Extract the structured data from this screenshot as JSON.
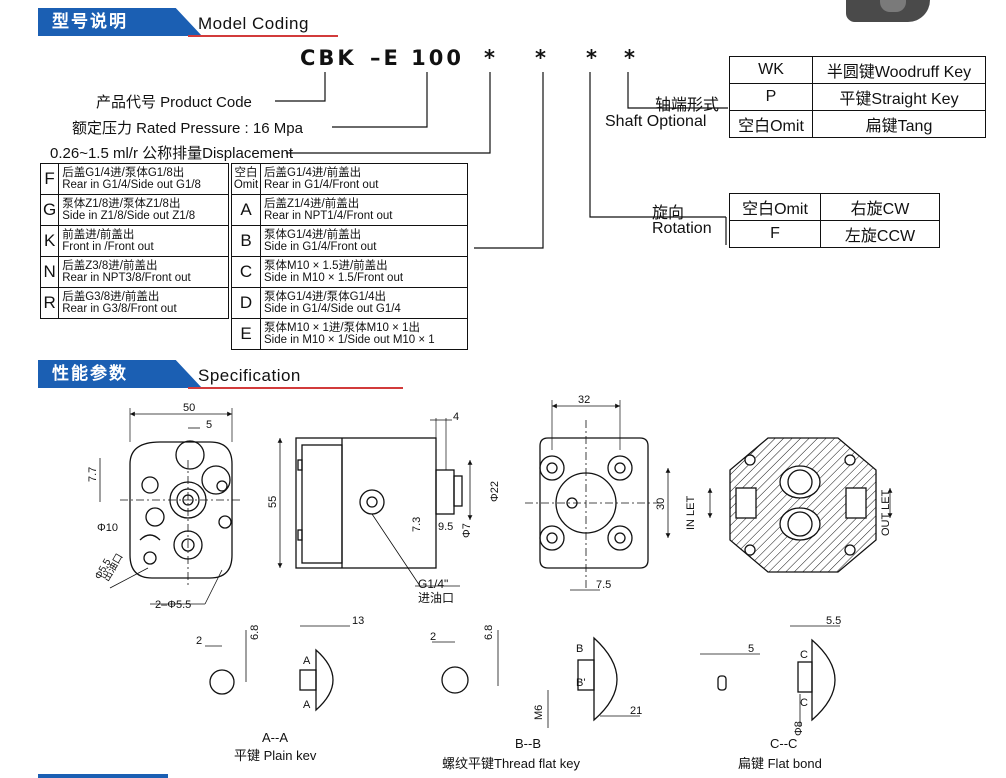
{
  "section_model": {
    "cn_title": "型号说明",
    "en_title": "Model Coding"
  },
  "model_code": {
    "prefix": "CBK",
    "series": "–E 100",
    "star1": "*",
    "star2": "*",
    "star3": "*",
    "star4": "*"
  },
  "code_labels": {
    "product_code": "产品代号 Product Code",
    "pressure": "额定压力 Rated Pressure : 16 Mpa",
    "displacement": "0.26~1.5 ml/r  公称排量Displacement"
  },
  "port_options_left": [
    {
      "key": "F",
      "cn": "后盖G1/4进/泵体G1/8出",
      "en": "Rear in G1/4/Side out G1/8"
    },
    {
      "key": "G",
      "cn": "泵体Z1/8进/泵体Z1/8出",
      "en": "Side in Z1/8/Side out Z1/8"
    },
    {
      "key": "K",
      "cn": "前盖进/前盖出",
      "en": "Front in /Front out"
    },
    {
      "key": "N",
      "cn": "后盖Z3/8进/前盖出",
      "en": "Rear in NPT3/8/Front out"
    },
    {
      "key": "R",
      "cn": "后盖G3/8进/前盖出",
      "en": "Rear in G3/8/Front out"
    }
  ],
  "port_options_right": [
    {
      "key_cn": "空白",
      "key_en": "Omit",
      "cn": "后盖G1/4进/前盖出",
      "en": "Rear in G1/4/Front out"
    },
    {
      "key": "A",
      "cn": "后盖Z1/4进/前盖出",
      "en": "Rear in NPT1/4/Front out"
    },
    {
      "key": "B",
      "cn": "泵体G1/4进/前盖出",
      "en": "Side in G1/4/Front out"
    },
    {
      "key": "C",
      "cn": "泵体M10 × 1.5进/前盖出",
      "en": "Side in M10 × 1.5/Front out"
    },
    {
      "key": "D",
      "cn": "泵体G1/4进/泵体G1/4出",
      "en": "Side in G1/4/Side out G1/4"
    },
    {
      "key": "E",
      "cn": "泵体M10 × 1进/泵体M10 × 1出",
      "en": "Side in M10 × 1/Side out M10 × 1"
    }
  ],
  "shaft": {
    "label_cn": "轴端形式",
    "label_en": "Shaft Optional",
    "rows": [
      {
        "code": "WK",
        "desc": "半圆键Woodruff Key"
      },
      {
        "code": "P",
        "desc": "平键Straight Key"
      },
      {
        "code": "空白Omit",
        "desc": "扁键Tang"
      }
    ]
  },
  "rotation": {
    "label_cn": "旋向",
    "label_en": "Rotation",
    "rows": [
      {
        "code": "空白Omit",
        "desc": "右旋CW"
      },
      {
        "code": "F",
        "desc": "左旋CCW"
      }
    ]
  },
  "section_spec": {
    "cn_title": "性能参数",
    "en_title": "Specification"
  },
  "drawing": {
    "dims": {
      "d50": "50",
      "d5a": "5",
      "d77": "7.7",
      "phi10": "Φ10",
      "phi55": "Φ5.5",
      "outlet": "出油口",
      "holes": "2–Φ5.5",
      "d4": "4",
      "d55": "55",
      "d73": "7.3",
      "d95": "9.5",
      "phi7": "Φ7",
      "phi22": "Φ22",
      "g14": "G1/4\"",
      "inlet": "进油口",
      "d32": "32",
      "d30": "30",
      "d75": "7.5",
      "in_let": "IN LET",
      "out_let": "OUT LET",
      "d2a": "2",
      "d68a": "6.8",
      "d13": "13",
      "d2b": "2",
      "d68b": "6.8",
      "m6": "M6",
      "d21": "21",
      "d5b": "5",
      "d55b": "5.5",
      "phi8": "Φ8"
    },
    "views": {
      "aa_title": "A--A",
      "aa_label": "平键 Plain kev",
      "bb_title": "B--B",
      "bb_label": "螺纹平键Thread flat key",
      "cc_title": "C--C",
      "cc_label": "扁键 Flat bond",
      "sec_a": "A",
      "sec_b": "B",
      "sec_bp": "B'",
      "sec_c": "C"
    }
  }
}
